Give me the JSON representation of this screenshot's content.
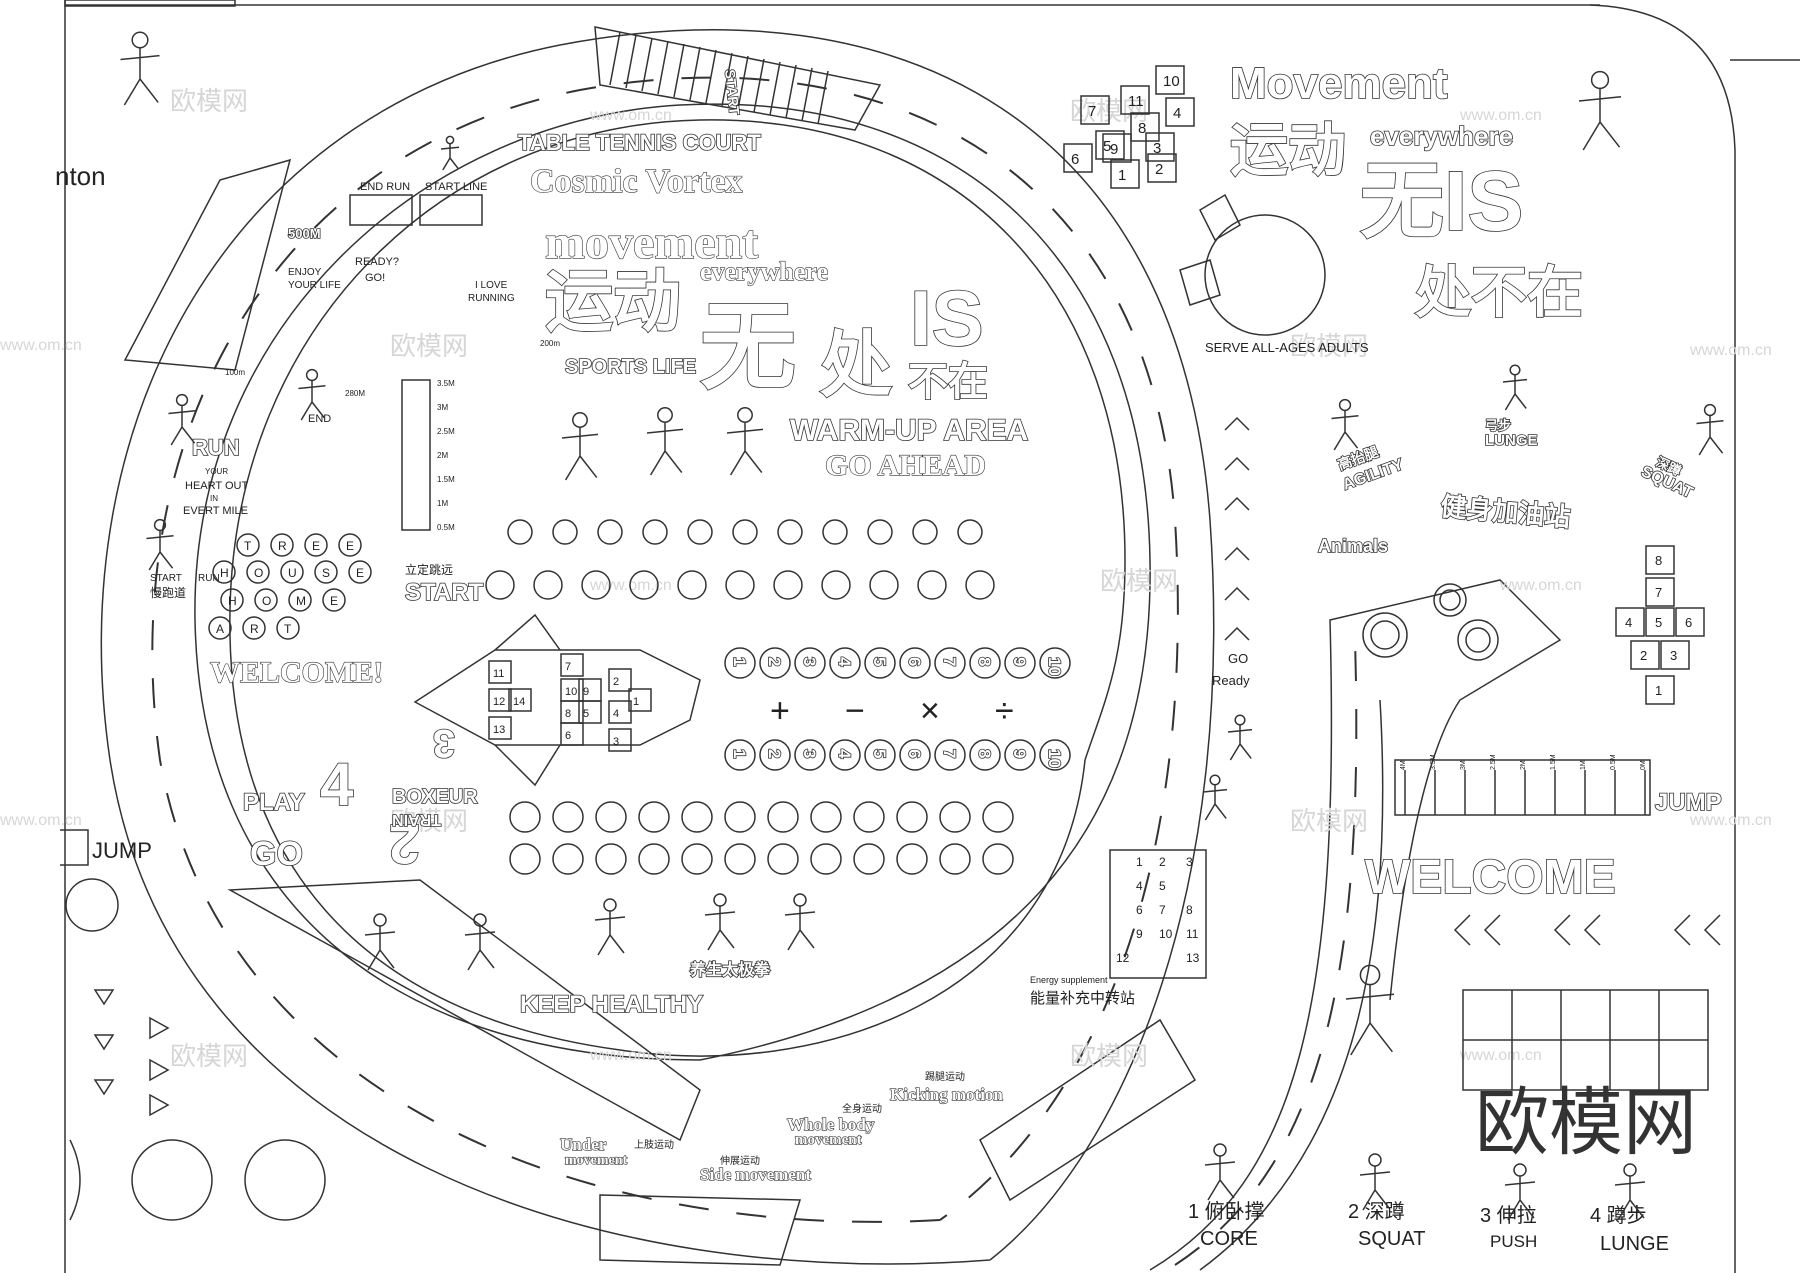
{
  "watermark": {
    "brand_cn": "欧模网",
    "site": "www.om.cn"
  },
  "circle_texts": {
    "table_tennis": "TABLE TENNIS COURT",
    "cosmic": "Cosmic Vortex",
    "movement": "movement",
    "yundong": "运动",
    "everywhere": "everywhere",
    "wu": "无",
    "chu": "处",
    "is": "IS",
    "buzai": "不在",
    "sports_life": "SPORTS LIFE",
    "warmup": "WARM-UP AREA",
    "go_ahead": "GO AHEAD",
    "end_run": "END RUN",
    "start_line": "START LINE",
    "m500": "500M",
    "enjoy": "ENJOY",
    "your_life": "YOUR LIFE",
    "ready": "READY?",
    "go_excl": "GO!",
    "i_love": "I LOVE",
    "running": "RUNNING",
    "m200": "200m",
    "m100": "100m",
    "m280": "280M",
    "end": "END",
    "run": "RUN",
    "your": "YOUR",
    "heart_out": "HEART OUT",
    "in": "IN",
    "every_mile": "EVERT MILE",
    "start_small": "START",
    "run_small": "RUN",
    "slow_run": "慢跑道",
    "long_jump": "立定跳远",
    "start_big": "START",
    "tree": [
      "T",
      "R",
      "E",
      "E"
    ],
    "house": [
      "H",
      "O",
      "U",
      "S",
      "E"
    ],
    "home": [
      "H",
      "O",
      "M",
      "E"
    ],
    "art": [
      "A",
      "R",
      "T"
    ],
    "welcome_left": "WELCOME!",
    "play": "PLAY",
    "go": "GO",
    "four": "4",
    "three": "3",
    "two": "2",
    "boxeur": "BOXEUR",
    "train": "TRAIN",
    "numbers": [
      "1",
      "2",
      "3",
      "4",
      "5",
      "6",
      "7",
      "8",
      "9",
      "10"
    ],
    "ops": [
      "+",
      "−",
      "×",
      "÷"
    ],
    "taiji": "养生太极拳",
    "keep_healthy": "KEEP HEALTHY",
    "scale": [
      "3.5M",
      "3M",
      "2.5M",
      "2M",
      "1.5M",
      "1M",
      "0.5M"
    ],
    "rocket_nums": [
      "11",
      "12",
      "13",
      "14",
      "7",
      "10",
      "8",
      "9",
      "6",
      "5",
      "3",
      "4",
      "2",
      "1"
    ]
  },
  "track_texts": {
    "start": "START",
    "energy": "Energy supplement",
    "energy_cn": "能量补充中转站",
    "kicking": "Kicking motion",
    "kicking_cn": "踢腿运动",
    "whole_body": "Whole body",
    "movement2": "movement",
    "whole_cn": "全身运动",
    "under": "Under",
    "under_move": "movement",
    "under_cn": "上肢运动",
    "side": "Side movement",
    "side_cn": "伸展运动"
  },
  "right_texts": {
    "movement": "Movement",
    "yundong": "运动",
    "everywhere": "everywhere",
    "wu_is": "无IS",
    "chubuzai": "处不在",
    "serve": "SERVE ALL-AGES ADULTS",
    "gaotaitiao": "高抬腿",
    "agility": "AGILITY",
    "gongbu": "弓步",
    "lunge": "LUNGE",
    "shendun": "深蹲",
    "squat": "SQUAT",
    "jianshen": "健身加油站",
    "animals": "Animals",
    "go": "GO",
    "ready": "Ready",
    "jump": "JUMP",
    "welcome": "WELCOME",
    "hop_top": [
      "10",
      "11",
      "4",
      "7",
      "8",
      "3",
      "9",
      "6",
      "1",
      "2",
      "5"
    ],
    "hop_right": [
      "8",
      "7",
      "4",
      "5",
      "6",
      "2",
      "3",
      "1"
    ],
    "jump_scale": [
      "4M",
      "3.5M",
      "3M",
      "2.5M",
      "2M",
      "1.5M",
      "1M",
      "0.5M",
      "0M"
    ],
    "grid": [
      "1",
      "2",
      "3",
      "4",
      "5",
      "6",
      "7",
      "8",
      "9",
      "10",
      "11",
      "12",
      "13"
    ],
    "ex1_num": "1 俯卧撑",
    "ex1": "CORE",
    "ex2_num": "2 深蹲",
    "ex2": "SQUAT",
    "ex3_num": "3 伸拉",
    "ex3": "PUSH",
    "ex4_num": "4 蹲步",
    "ex4": "LUNGE"
  },
  "left_texts": {
    "nton": "nton",
    "jump": "JUMP"
  }
}
